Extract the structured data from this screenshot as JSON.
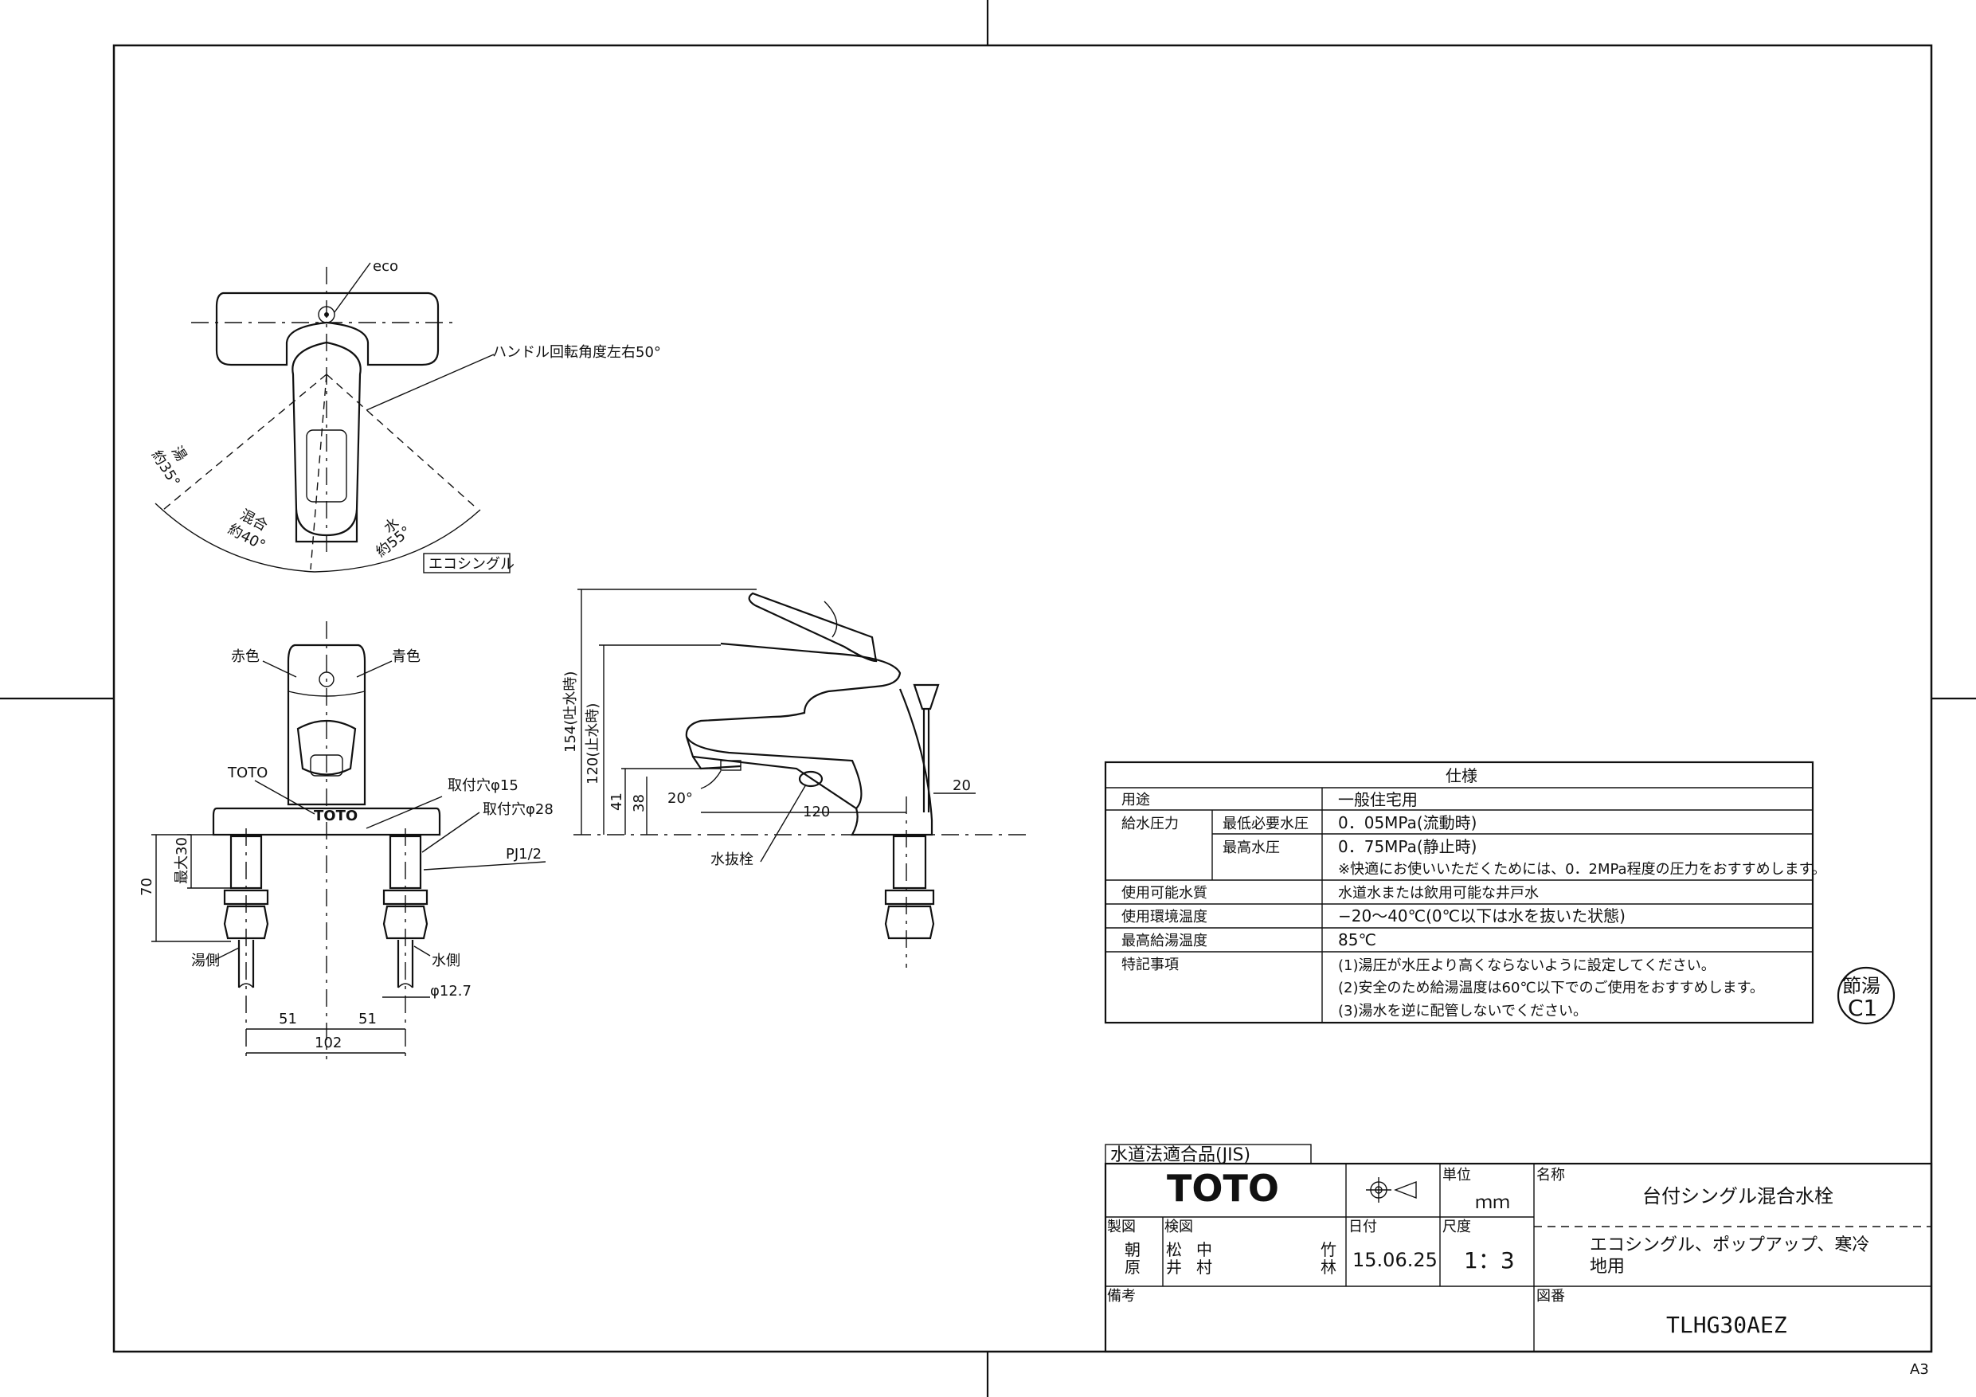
{
  "top_view": {
    "eco_label": "eco",
    "handle_rotation": "ハンドル回転角度左右50°",
    "hot_angle_top": "湯",
    "hot_angle_bottom": "約35°",
    "mix_angle_top": "混合",
    "mix_angle_bottom": "約40°",
    "water_angle_top": "水",
    "water_angle_bottom": "約55°",
    "eco_single_box": "エコシングル"
  },
  "front_view": {
    "red": "赤色",
    "blue": "青色",
    "brand_toto": "TOTO",
    "mount_hole_15": "取付穴φ15",
    "mount_hole_28": "取付穴φ28",
    "pj": "PJ1/2",
    "max30": "最大30",
    "dim70": "70",
    "hot_side": "湯側",
    "water_side": "水側",
    "phi127": "φ12.7",
    "dim51a": "51",
    "dim51b": "51",
    "dim102": "102",
    "logo_small": "TOTO"
  },
  "side_view": {
    "dim154": "154(吐水時)",
    "dim120v": "120(止水時)",
    "dim41": "41",
    "dim38": "38",
    "angle20": "20°",
    "dim120h": "120",
    "dim20": "20",
    "drain_plug": "水抜栓"
  },
  "spec_table": {
    "title": "仕様",
    "rows": [
      {
        "k1": "用途",
        "k2": "",
        "v": "一般住宅用"
      },
      {
        "k1": "給水圧力",
        "k2": "最低必要水圧",
        "v": "0．05MPa(流動時)"
      },
      {
        "k1": "",
        "k2": "最高水圧",
        "v": "0．75MPa(静止時)"
      },
      {
        "k1": "",
        "k2": "",
        "v": "※快適にお使いいただくためには、0．2MPa程度の圧力をおすすめします。"
      },
      {
        "k1": "使用可能水質",
        "k2": "",
        "v": "水道水または飲用可能な井戸水"
      },
      {
        "k1": "使用環境温度",
        "k2": "",
        "v": "−20〜40℃(0℃以下は水を抜いた状態)"
      },
      {
        "k1": "最高給湯温度",
        "k2": "",
        "v": "85℃"
      },
      {
        "k1": "特記事項",
        "k2": "",
        "v": "(1)湯圧が水圧より高くならないように設定してください。"
      },
      {
        "k1": "",
        "k2": "",
        "v": "(2)安全のため給湯温度は60℃以下でのご使用をおすすめします。"
      },
      {
        "k1": "",
        "k2": "",
        "v": "(3)湯水を逆に配管しないでください。"
      }
    ]
  },
  "badge": {
    "top": "節湯",
    "bottom": "C1"
  },
  "title_block": {
    "jis": "水道法適合品(JIS)",
    "brand": "TOTO",
    "unit_label": "単位",
    "unit_value": "ｍｍ",
    "name_label": "名称",
    "name_value": "台付シングル混合水栓",
    "sub_value_1": "エコシングル、ポップアップ、寒冷",
    "sub_value_2": "地用",
    "drawn_label": "製図",
    "drawn_1": "朝",
    "drawn_2": "原",
    "checked_label": "検図",
    "checked_1": "松",
    "checked_2": "井",
    "checked_3": "中",
    "checked_4": "村",
    "checked_5": "竹",
    "checked_6": "林",
    "date_label": "日付",
    "date_value": "15.06.25",
    "scale_label": "尺度",
    "scale_value": "1：3",
    "remarks_label": "備考",
    "drawing_no_label": "図番",
    "drawing_no_value": "TLHG30AEZ"
  },
  "sheet_size": "A3"
}
